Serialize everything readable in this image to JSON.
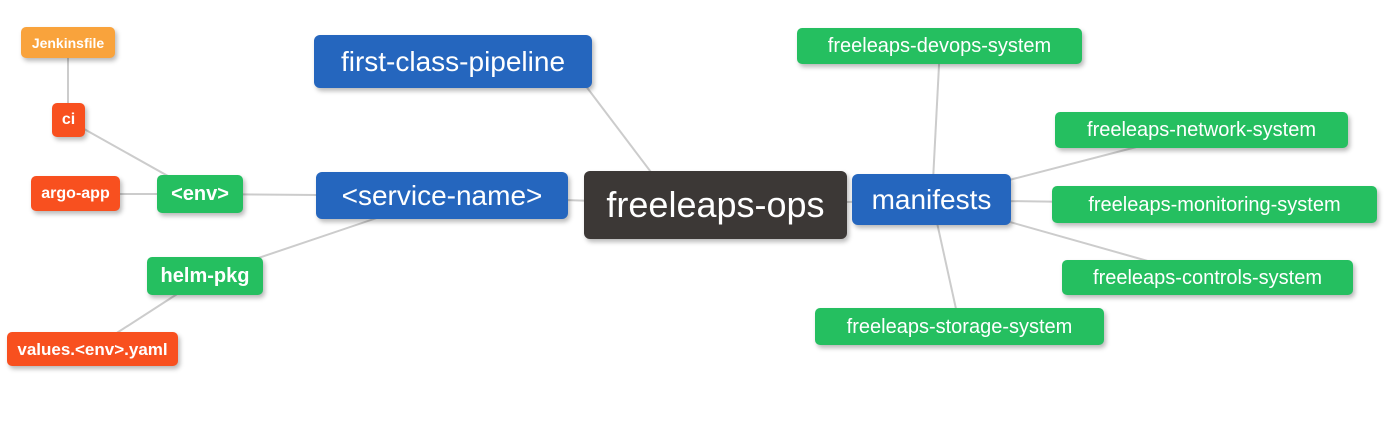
{
  "diagram": {
    "type": "mindmap",
    "root_label": "freeleaps-ops",
    "background": "#ffffff",
    "edge_color": "#cccccc",
    "text_color": "#ffffff",
    "palette": {
      "orange": "#F9A33C",
      "red": "#F8501F",
      "green": "#25BF60",
      "blue": "#2566BE",
      "dark": "#3C3836"
    },
    "nodes": [
      {
        "id": "jenkinsfile",
        "label": "Jenkinsfile",
        "color": "orange"
      },
      {
        "id": "ci",
        "label": "ci",
        "color": "red"
      },
      {
        "id": "argo-app",
        "label": "argo-app",
        "color": "red"
      },
      {
        "id": "env",
        "label": "<env>",
        "color": "green"
      },
      {
        "id": "helm-pkg",
        "label": "helm-pkg",
        "color": "green"
      },
      {
        "id": "values-env-yaml",
        "label": "values.<env>.yaml",
        "color": "red"
      },
      {
        "id": "first-class-pipeline",
        "label": "first-class-pipeline",
        "color": "blue"
      },
      {
        "id": "service-name",
        "label": "<service-name>",
        "color": "blue"
      },
      {
        "id": "freeleaps-ops",
        "label": "freeleaps-ops",
        "color": "dark"
      },
      {
        "id": "manifests",
        "label": "manifests",
        "color": "blue"
      },
      {
        "id": "freeleaps-devops-system",
        "label": "freeleaps-devops-system",
        "color": "green"
      },
      {
        "id": "freeleaps-network-system",
        "label": "freeleaps-network-system",
        "color": "green"
      },
      {
        "id": "freeleaps-monitoring-system",
        "label": "freeleaps-monitoring-system",
        "color": "green"
      },
      {
        "id": "freeleaps-controls-system",
        "label": "freeleaps-controls-system",
        "color": "green"
      },
      {
        "id": "freeleaps-storage-system",
        "label": "freeleaps-storage-system",
        "color": "green"
      }
    ],
    "edges": [
      [
        "jenkinsfile",
        "ci"
      ],
      [
        "ci",
        "env"
      ],
      [
        "argo-app",
        "env"
      ],
      [
        "env",
        "service-name"
      ],
      [
        "helm-pkg",
        "service-name"
      ],
      [
        "values-env-yaml",
        "helm-pkg"
      ],
      [
        "first-class-pipeline",
        "freeleaps-ops"
      ],
      [
        "service-name",
        "freeleaps-ops"
      ],
      [
        "freeleaps-ops",
        "manifests"
      ],
      [
        "manifests",
        "freeleaps-devops-system"
      ],
      [
        "manifests",
        "freeleaps-network-system"
      ],
      [
        "manifests",
        "freeleaps-monitoring-system"
      ],
      [
        "manifests",
        "freeleaps-controls-system"
      ],
      [
        "manifests",
        "freeleaps-storage-system"
      ]
    ]
  }
}
